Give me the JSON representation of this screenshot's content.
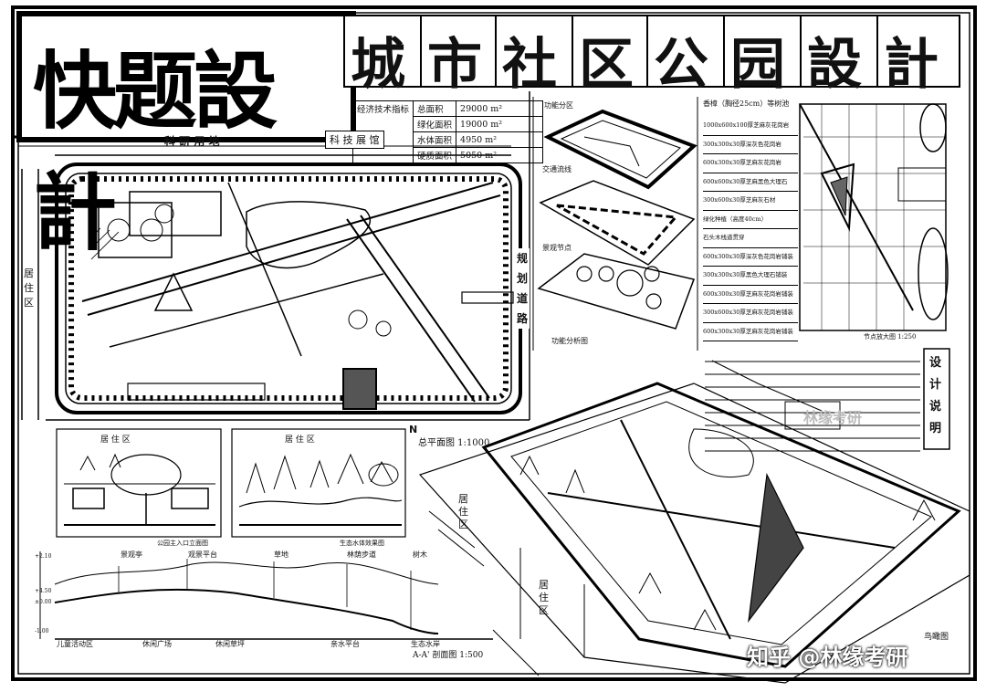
{
  "title": {
    "main": "快题設計",
    "sub": [
      "城",
      "市",
      "社",
      "区",
      "公",
      "园",
      "設",
      "計"
    ]
  },
  "eco_table": {
    "header": "经济技术指标",
    "rows": [
      {
        "label": "总面积",
        "value": "29000 m²"
      },
      {
        "label": "绿化面积",
        "value": "19000 m²"
      },
      {
        "label": "水体面积",
        "value": "4950 m²"
      },
      {
        "label": "硬质面积",
        "value": "5050 m²"
      }
    ]
  },
  "site_labels": {
    "north": "科 研 用 地",
    "north_right": "科 技 展 馆",
    "west": [
      "居",
      "住",
      "区"
    ],
    "east_road": [
      "规",
      "划",
      "道",
      "路"
    ],
    "plan_caption": "总平面图 1:1000",
    "north_arrow": "N"
  },
  "analysis": {
    "func": "功能分区",
    "traffic": "交通流线",
    "node": "景观节点",
    "caption": "功能分析图"
  },
  "legend": {
    "title": "香樟（胸径25cm）等树池",
    "items": [
      "1000x600x100厚芝麻灰花岗岩",
      "300x300x30厚深灰色花岗岩",
      "600x300x30厚芝麻灰花岗岩",
      "600x600x30厚芝麻黑色大理石",
      "300x600x30厚芝麻灰石材",
      "绿化种植（高度40cm）",
      "石头木栈道贯穿",
      "600x300x30厚深灰色花岗岩铺装",
      "300x300x30厚黑色大理石铺装",
      "600x300x30厚芝麻灰花岗岩铺装",
      "300x600x30厚芝麻灰花岗岩铺装",
      "600x300x30厚芝麻灰花岗岩铺装"
    ],
    "caption": "节点放大图 1:250"
  },
  "design_note": {
    "title": [
      "设",
      "计",
      "说",
      "明"
    ]
  },
  "elevations": {
    "left_top": "居 住 区",
    "right_top": "居 住 区",
    "left_caption": "公园主入口立面图",
    "right_caption": "生态水体效果图"
  },
  "section": {
    "top_labels": [
      "景观亭",
      "观景平台",
      "草地",
      "林荫步道",
      "树木"
    ],
    "bottom_labels": [
      "儿童活动区",
      "休闲广场",
      "休闲草坪",
      "亲水平台",
      "生态水岸"
    ],
    "y_labels": [
      "+2.10",
      "+4.50",
      "±0.00",
      "-1.00"
    ],
    "caption": "A-A' 剖面图 1:500"
  },
  "aerial": {
    "left_label": [
      "居",
      "住",
      "区"
    ],
    "left_label2": [
      "居",
      "住",
      "区"
    ],
    "caption": "鸟瞰图"
  },
  "watermark": {
    "brand": "林缘考研",
    "credit": "知乎 @林缘考研"
  }
}
